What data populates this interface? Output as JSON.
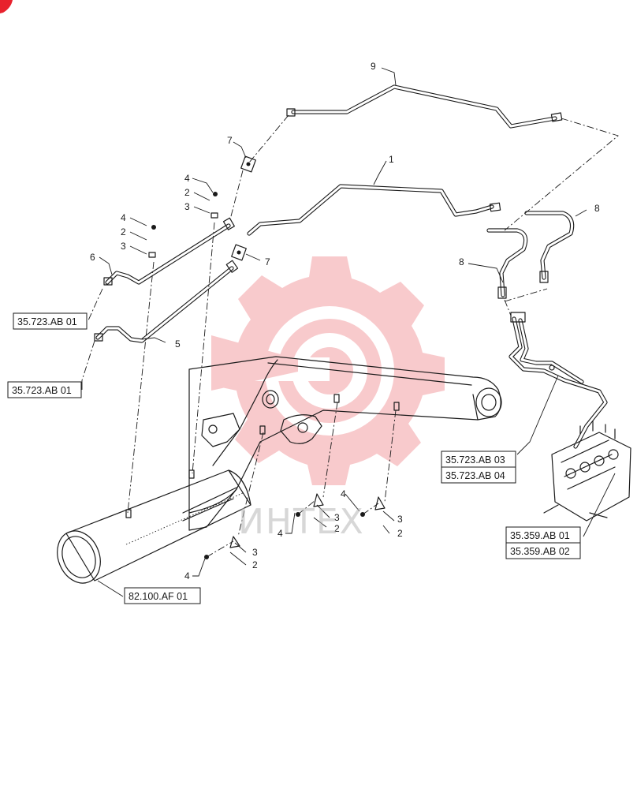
{
  "corner_mark": {
    "icon": "red-corner-marker-icon",
    "color": "#e8212d"
  },
  "watermark": {
    "text": "ИНТЕХ",
    "icon": "gear-target-logo-icon",
    "color": "#e8434a"
  },
  "callouts": [
    {
      "id": "c9",
      "label": "9"
    },
    {
      "id": "c1",
      "label": "1"
    },
    {
      "id": "c8a",
      "label": "8"
    },
    {
      "id": "c8b",
      "label": "8"
    },
    {
      "id": "c7a",
      "label": "7"
    },
    {
      "id": "c7b",
      "label": "7"
    },
    {
      "id": "c6",
      "label": "6"
    },
    {
      "id": "c5",
      "label": "5"
    },
    {
      "id": "c4a",
      "label": "4"
    },
    {
      "id": "c2a",
      "label": "2"
    },
    {
      "id": "c3a",
      "label": "3"
    },
    {
      "id": "c4b",
      "label": "4"
    },
    {
      "id": "c2b",
      "label": "2"
    },
    {
      "id": "c3b",
      "label": "3"
    },
    {
      "id": "c4c",
      "label": "4"
    },
    {
      "id": "c3c",
      "label": "3"
    },
    {
      "id": "c2c",
      "label": "2"
    },
    {
      "id": "c4d",
      "label": "4"
    },
    {
      "id": "c3d",
      "label": "3"
    },
    {
      "id": "c2d",
      "label": "2"
    },
    {
      "id": "c4e",
      "label": "4"
    },
    {
      "id": "c3e",
      "label": "3"
    },
    {
      "id": "c2e",
      "label": "2"
    }
  ],
  "references": [
    {
      "id": "r1",
      "label": "35.723.AB 01"
    },
    {
      "id": "r2",
      "label": "35.723.AB 01"
    },
    {
      "id": "r3",
      "label": "35.723.AB 03"
    },
    {
      "id": "r4",
      "label": "35.723.AB 04"
    },
    {
      "id": "r5",
      "label": "35.359.AB 01"
    },
    {
      "id": "r6",
      "label": "35.359.AB 02"
    },
    {
      "id": "r7",
      "label": "82.100.AF 01"
    }
  ]
}
